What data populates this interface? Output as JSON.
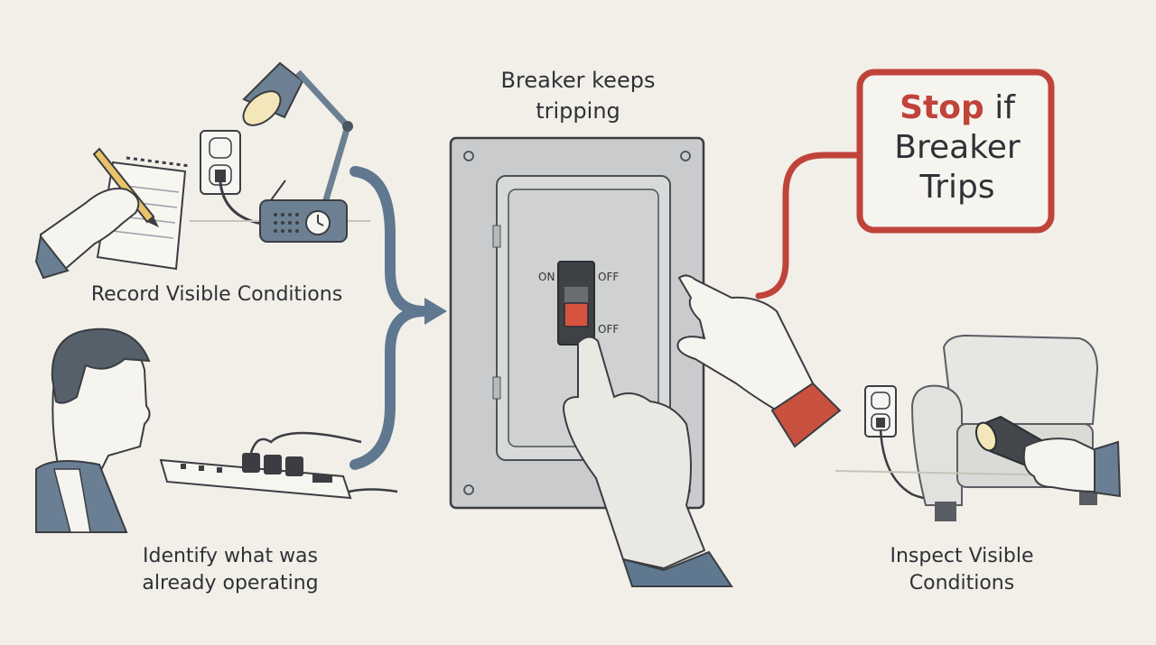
{
  "labels": {
    "record": "Record Visible Conditions",
    "identify_line1": "Identify what was",
    "identify_line2": "already operating",
    "center_line1": "Breaker keeps",
    "center_line2": "tripping",
    "inspect_line1": "Inspect Visible",
    "inspect_line2": "Conditions"
  },
  "callout": {
    "stop": "Stop",
    "if": " if",
    "line2": "Breaker",
    "line3": "Trips"
  },
  "switch": {
    "on": "ON",
    "off_top": "OFF",
    "off_bottom": "OFF"
  },
  "icons": [
    "notepad-icon",
    "pencil-icon",
    "desk-lamp-icon",
    "wall-outlet-icon",
    "radio-clock-icon",
    "person-icon",
    "power-strip-icon",
    "breaker-panel-icon",
    "breaker-switch-icon",
    "gloved-hand-icon",
    "pointing-hand-icon",
    "armchair-icon",
    "flashlight-icon"
  ],
  "colors": {
    "background": "#f1efe8",
    "arrow_blue": "#5f7890",
    "callout_red": "#c0433a",
    "panel_gray": "#c9cbcc",
    "switch_red": "#d5533f"
  }
}
